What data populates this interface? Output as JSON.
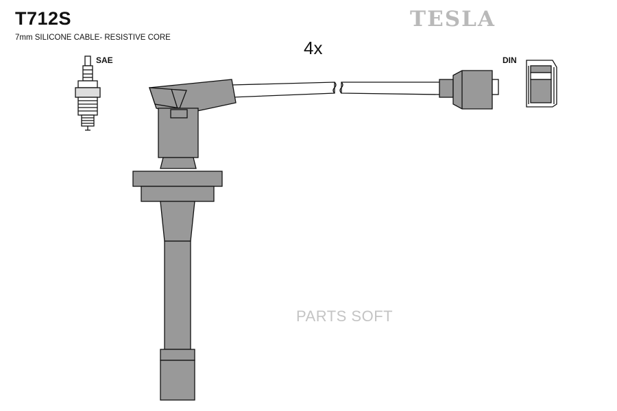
{
  "header": {
    "part_number": "T712S",
    "description": "7mm SILICONE CABLE- RESISTIVE CORE",
    "brand": "TESLA"
  },
  "diagram": {
    "quantity_label": "4x",
    "plug_end_label": "SAE",
    "distributor_end_label": "DIN"
  },
  "watermark": "PARTS SOFT",
  "colors": {
    "boot_fill": "#999999",
    "outline": "#111111",
    "brand_text": "#b9b9b9",
    "watermark_text": "#c4c4c4"
  }
}
